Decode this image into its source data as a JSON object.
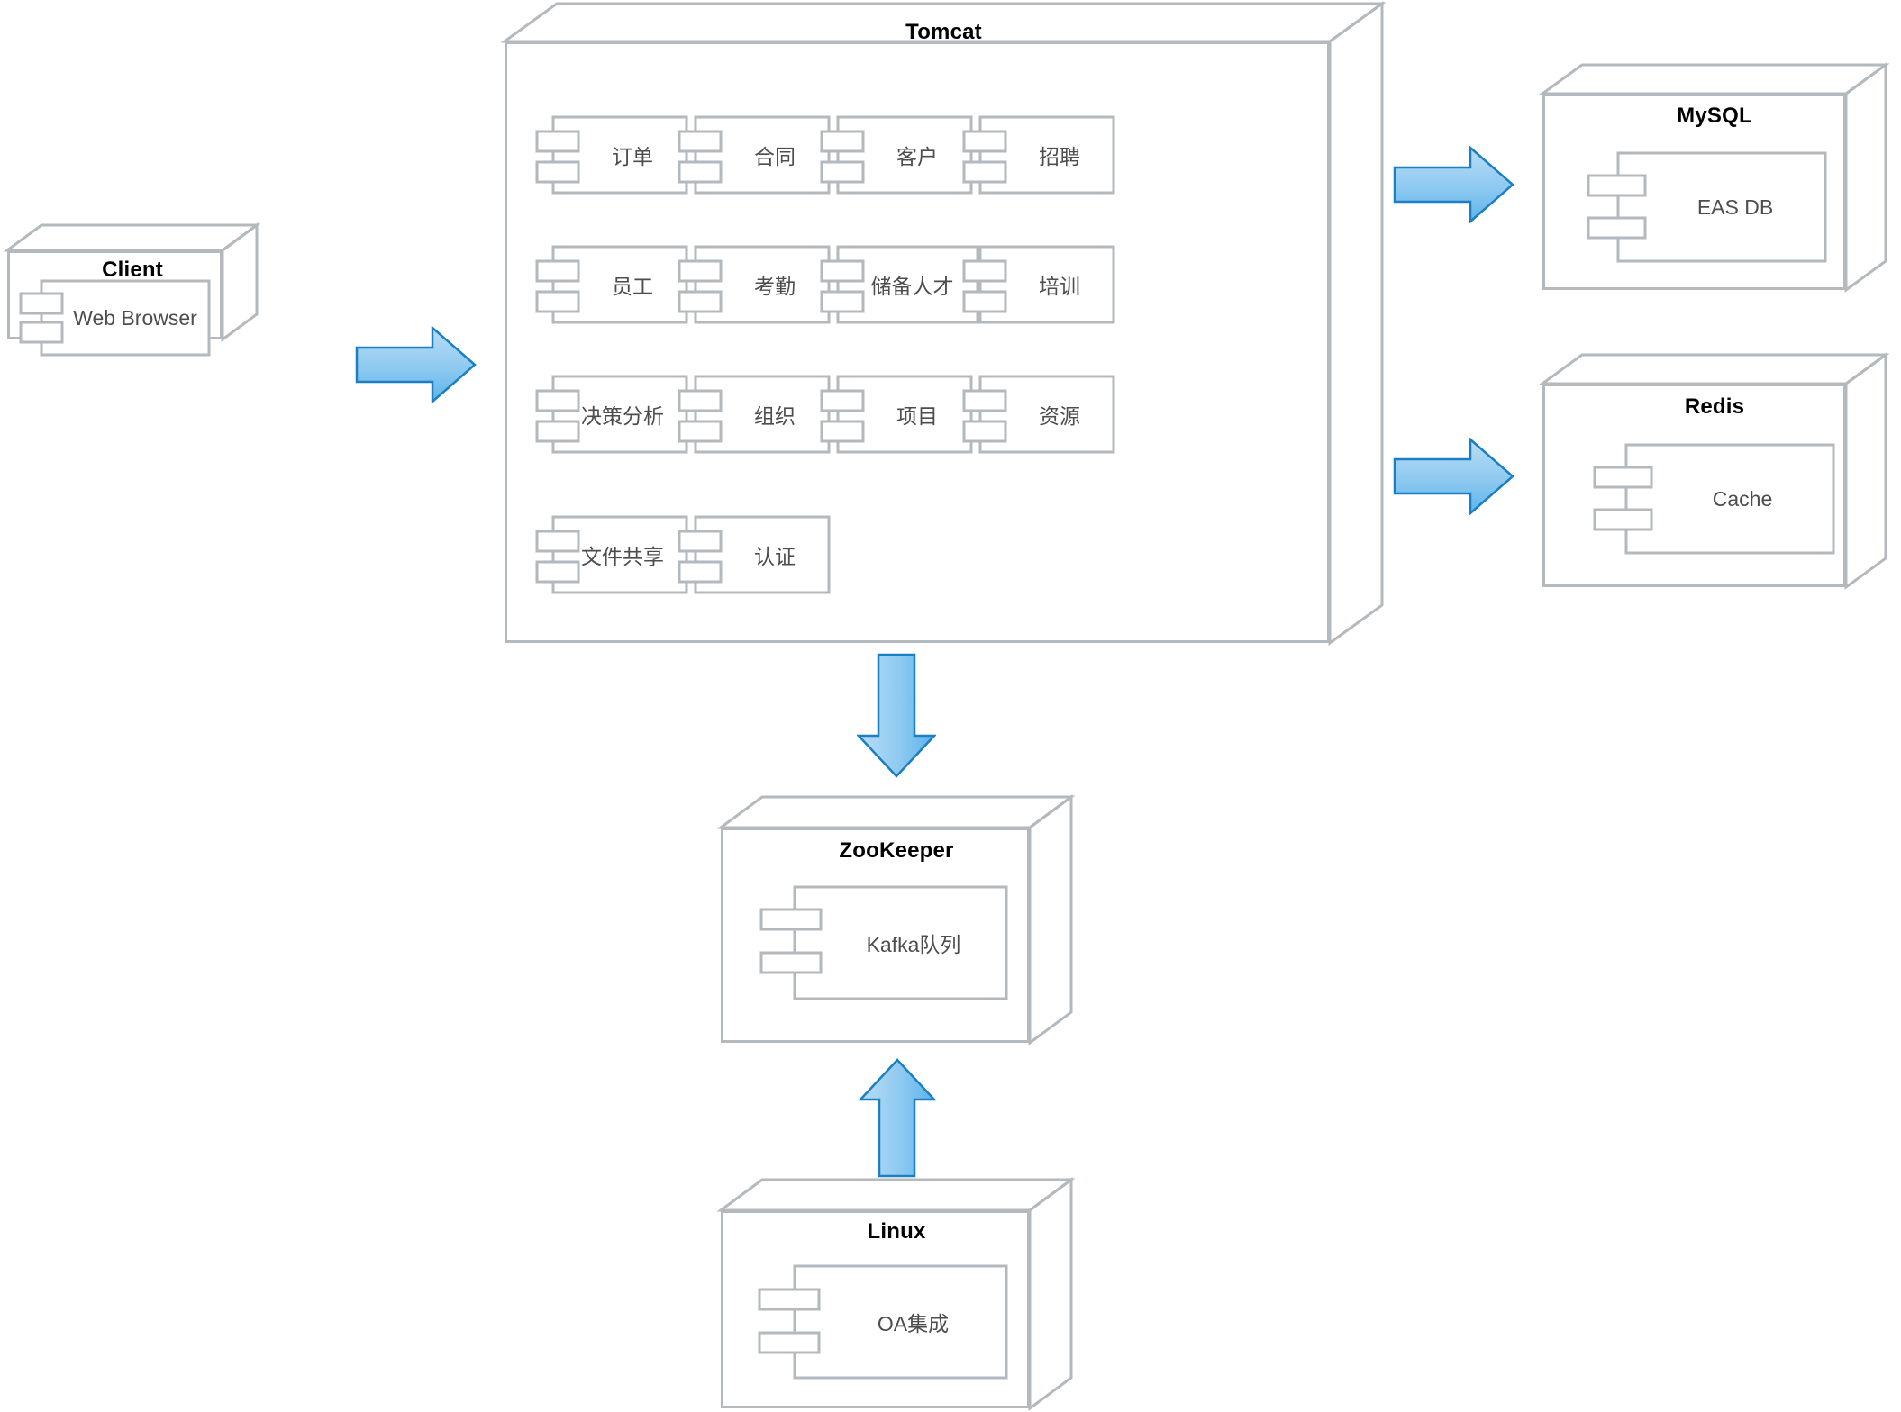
{
  "diagram": {
    "type": "uml-deployment-diagram",
    "title": "",
    "colors": {
      "node_border": "#b3b9bc",
      "component_border": "#b3b9bc",
      "node_fill": "#ffffff",
      "title_text": "#000000",
      "component_text": "#4d4d4d",
      "arrow_fill_light": "#aed8f4",
      "arrow_fill_dark": "#5bb3ea",
      "arrow_border": "#1b7fc4"
    }
  },
  "nodes": {
    "client": {
      "title": "Client",
      "components": [
        {
          "label": "Web Browser"
        }
      ]
    },
    "tomcat": {
      "title": "Tomcat",
      "components": [
        {
          "label": "订单"
        },
        {
          "label": "合同"
        },
        {
          "label": "客户"
        },
        {
          "label": "招聘"
        },
        {
          "label": "员工"
        },
        {
          "label": "考勤"
        },
        {
          "label": "储备人才"
        },
        {
          "label": "培训"
        },
        {
          "label": "决策分析"
        },
        {
          "label": "组织"
        },
        {
          "label": "项目"
        },
        {
          "label": "资源"
        },
        {
          "label": "文件共享"
        },
        {
          "label": "认证"
        }
      ]
    },
    "mysql": {
      "title": "MySQL",
      "components": [
        {
          "label": "EAS DB"
        }
      ]
    },
    "redis": {
      "title": "Redis",
      "components": [
        {
          "label": "Cache"
        }
      ]
    },
    "zookeeper": {
      "title": "ZooKeeper",
      "components": [
        {
          "label": "Kafka队列"
        }
      ]
    },
    "linux": {
      "title": "Linux",
      "components": [
        {
          "label": "OA集成"
        }
      ]
    }
  },
  "connectors": [
    {
      "name": "client-to-tomcat",
      "direction": "right",
      "from": "client",
      "to": "tomcat"
    },
    {
      "name": "tomcat-to-mysql",
      "direction": "right",
      "from": "tomcat",
      "to": "mysql"
    },
    {
      "name": "tomcat-to-redis",
      "direction": "right",
      "from": "tomcat",
      "to": "redis"
    },
    {
      "name": "tomcat-to-zookeeper",
      "direction": "down",
      "from": "tomcat",
      "to": "zookeeper"
    },
    {
      "name": "linux-to-zookeeper",
      "direction": "up",
      "from": "linux",
      "to": "zookeeper"
    }
  ]
}
